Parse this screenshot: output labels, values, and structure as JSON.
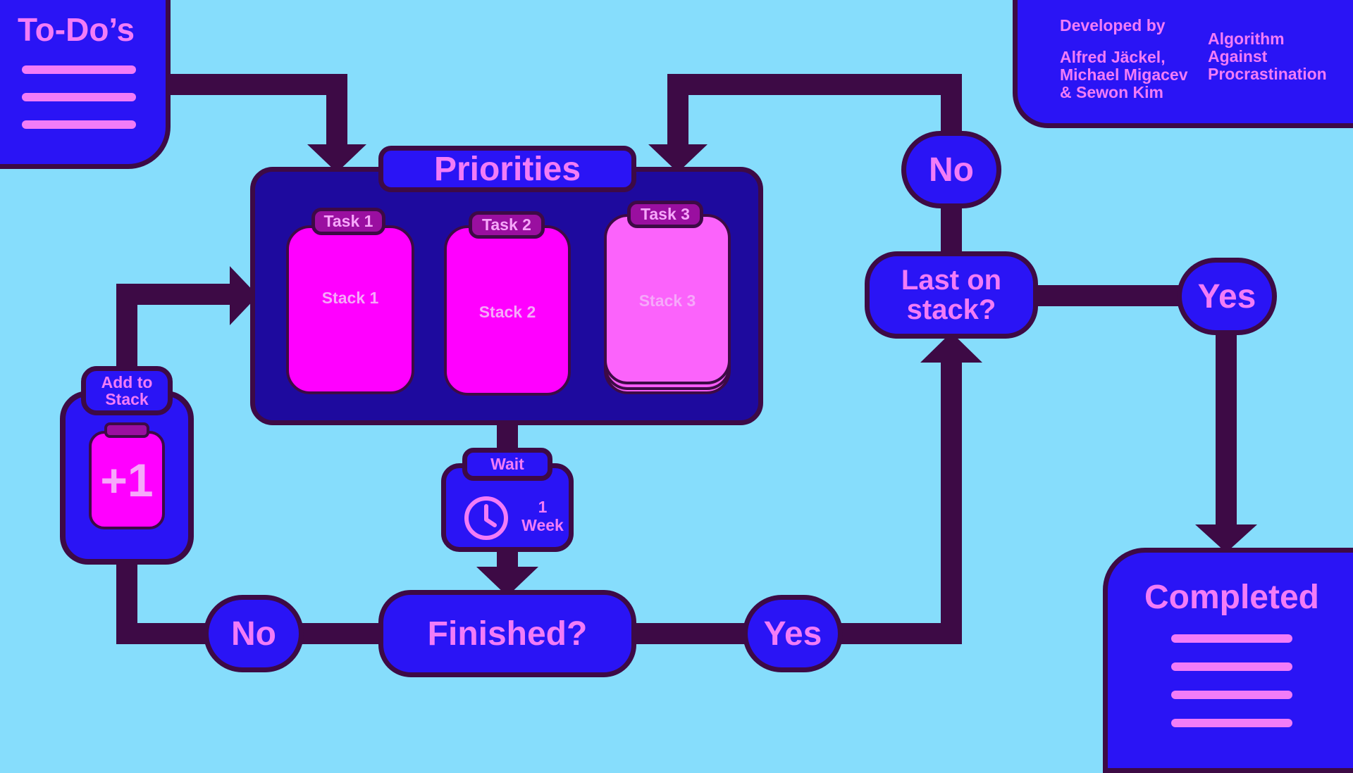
{
  "todos": {
    "title": "To-Do’s",
    "line_count": 3
  },
  "credits": {
    "developed_by_label": "Developed by",
    "author_line1": "Alfred Jäckel,",
    "author_line2": "Michael Migacev",
    "author_line3": "& Sewon Kim",
    "title_line1": "Algorithm",
    "title_line2": "Against",
    "title_line3": "Procrastination"
  },
  "priorities": {
    "title": "Priorities",
    "stacks": [
      {
        "tab": "Task 1",
        "label": "Stack 1"
      },
      {
        "tab": "Task 2",
        "label": "Stack 2"
      },
      {
        "tab": "Task 3",
        "label": "Stack 3"
      }
    ]
  },
  "add_to_stack": {
    "label_line1": "Add to",
    "label_line2": "Stack",
    "badge": "+1"
  },
  "wait": {
    "label": "Wait",
    "amount": "1",
    "unit": "Week"
  },
  "decisions": {
    "finished": "Finished?",
    "last_on_stack_line1": "Last on",
    "last_on_stack_line2": "stack?",
    "no_left": "No",
    "yes_bottom": "Yes",
    "no_top": "No",
    "yes_right": "Yes"
  },
  "completed": {
    "title": "Completed",
    "line_count": 4
  },
  "colors": {
    "background": "#86DDFC",
    "node_fill": "#2A14F5",
    "outline": "#3D0A45",
    "text": "#F27CF7",
    "stack_fill": "#FF00FF",
    "panel_fill": "#1E0A9E"
  }
}
